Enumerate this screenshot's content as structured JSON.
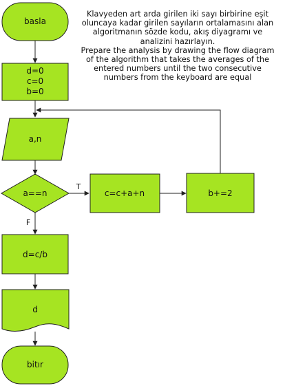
{
  "description": {
    "lines": [
      "Klavyeden art arda girilen iki sayı birbirine eşit",
      "oluncaya kadar girilen sayıların ortalamasını alan",
      "algoritmanın sözde  kodu, akış  diyagramı ve",
      "analizini hazırlayın.",
      "Prepare the analysis by drawing the flow diagram",
      "of the algorithm that takes the averages of the",
      "entered numbers until the two consecutive",
      "numbers from the keyboard are equal"
    ]
  },
  "flowchart": {
    "fill_color": "#a6e422",
    "stroke_color": "#222222",
    "nodes": {
      "start": "basla",
      "init": [
        "d=0",
        "c=0",
        "b=0"
      ],
      "input": "a,n",
      "decision": "a==n",
      "sum": "c=c+a+n",
      "count": "b+=2",
      "average": "d=c/b",
      "output": "d",
      "end": "bitır"
    },
    "edge_labels": {
      "true": "T",
      "false": "F"
    }
  }
}
